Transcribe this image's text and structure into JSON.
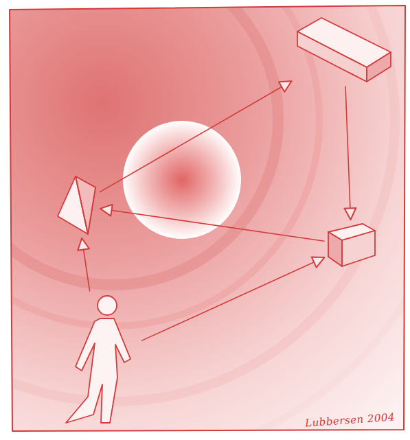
{
  "diagram": {
    "nodes": [
      {
        "text": []
      },
      {
        "text": []
      },
      {
        "text": []
      },
      {
        "text": []
      }
    ],
    "edges": [
      {
        "from": 3,
        "to": 1,
        "arrow": "to"
      },
      {
        "from": 3,
        "to": 2,
        "arrow": "to"
      },
      {
        "from": 1,
        "to": 0,
        "arrow": "to"
      },
      {
        "from": 0,
        "to": 2,
        "arrow": "to"
      },
      {
        "from": 2,
        "to": 1,
        "arrow": "to"
      }
    ],
    "labels": [
      "Lubbersen 2004"
    ]
  }
}
